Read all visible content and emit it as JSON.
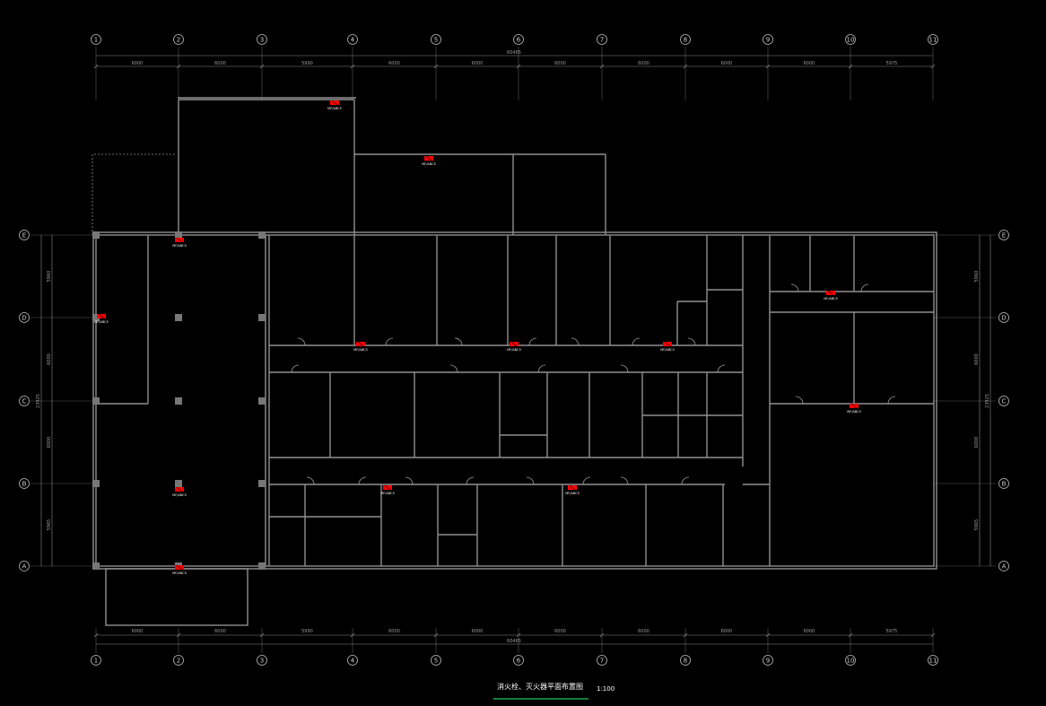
{
  "drawing": {
    "title": "消火栓、灭火器平面布置图",
    "scale": "1:100",
    "grid_columns": [
      "1",
      "2",
      "3",
      "4",
      "5",
      "6",
      "7",
      "8",
      "9",
      "10",
      "11"
    ],
    "grid_rows": [
      "E",
      "D",
      "C",
      "B",
      "A"
    ],
    "overall_dimension_top": "60465",
    "overall_dimension_bottom": "60465",
    "top_spans": [
      "6000",
      "6000",
      "5990",
      "6000",
      "6000",
      "6000",
      "6000",
      "6000",
      "6000",
      "5975"
    ],
    "bottom_spans": [
      "6000",
      "6000",
      "5990",
      "6000",
      "6000",
      "6000",
      "6000",
      "6000",
      "6000",
      "5975"
    ],
    "left_spans": [
      "5960",
      "6000",
      "6000",
      "5965"
    ],
    "left_total": "23925",
    "right_spans": [
      "5960",
      "6000",
      "6000",
      "5965"
    ],
    "right_total": "23925",
    "hydrant_tag": "MF/ABC5",
    "colors": {
      "background": "#000000",
      "wall": "#8a8a8a",
      "hydrant": "#ff0000",
      "title_underline": "#22c55e"
    }
  }
}
